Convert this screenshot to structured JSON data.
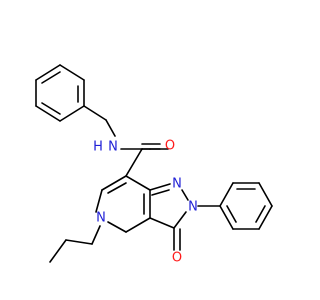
{
  "molecule": {
    "atoms": {
      "n_amide": "N",
      "h_amide": "H",
      "o_amide": "O",
      "n_pyrazole_1": "N",
      "n_pyrazole_2": "N",
      "o_keto": "O",
      "n_pyridine": "N"
    }
  },
  "colors": {
    "nitrogen": "#1f1fd6",
    "oxygen": "#ff1a1a",
    "carbon_bond": "#000000",
    "background": "#ffffff"
  }
}
